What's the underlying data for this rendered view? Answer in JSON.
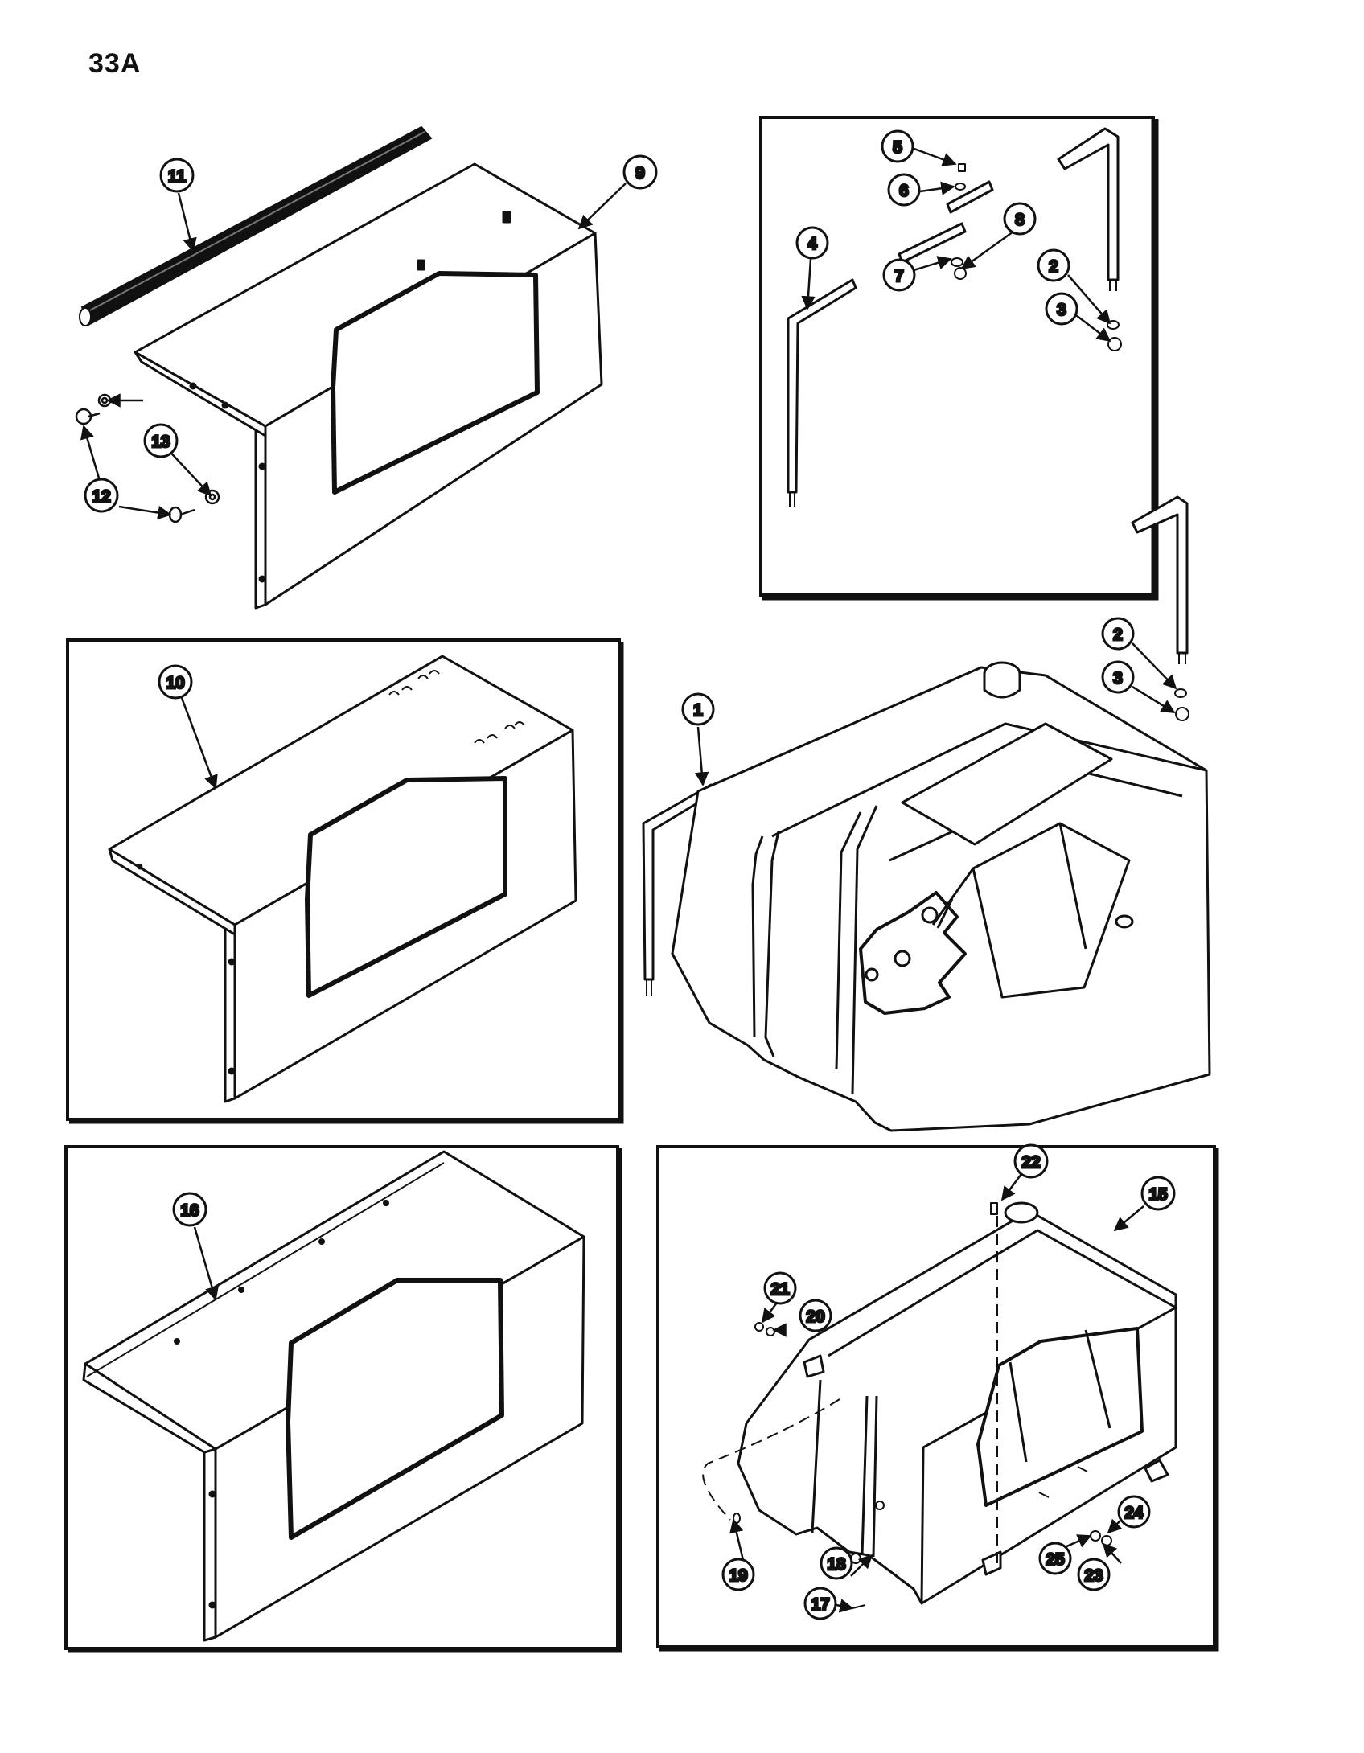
{
  "page_number": "33A",
  "colors": {
    "ink": "#111111",
    "paper": "#ffffff"
  },
  "callouts": [
    {
      "id": "c1",
      "label": "1"
    },
    {
      "id": "c2a",
      "label": "2"
    },
    {
      "id": "c2b",
      "label": "2"
    },
    {
      "id": "c3a",
      "label": "3"
    },
    {
      "id": "c3b",
      "label": "3"
    },
    {
      "id": "c4",
      "label": "4"
    },
    {
      "id": "c5",
      "label": "5"
    },
    {
      "id": "c6",
      "label": "6"
    },
    {
      "id": "c7",
      "label": "7"
    },
    {
      "id": "c8",
      "label": "8"
    },
    {
      "id": "c9",
      "label": "9"
    },
    {
      "id": "c10",
      "label": "10"
    },
    {
      "id": "c11",
      "label": "11"
    },
    {
      "id": "c12",
      "label": "12"
    },
    {
      "id": "c13",
      "label": "13"
    },
    {
      "id": "c15",
      "label": "15"
    },
    {
      "id": "c16",
      "label": "16"
    },
    {
      "id": "c17",
      "label": "17"
    },
    {
      "id": "c18",
      "label": "18"
    },
    {
      "id": "c19",
      "label": "19"
    },
    {
      "id": "c20",
      "label": "20"
    },
    {
      "id": "c21",
      "label": "21"
    },
    {
      "id": "c22",
      "label": "22"
    },
    {
      "id": "c23",
      "label": "23"
    },
    {
      "id": "c24",
      "label": "24"
    },
    {
      "id": "c25",
      "label": "25"
    }
  ]
}
